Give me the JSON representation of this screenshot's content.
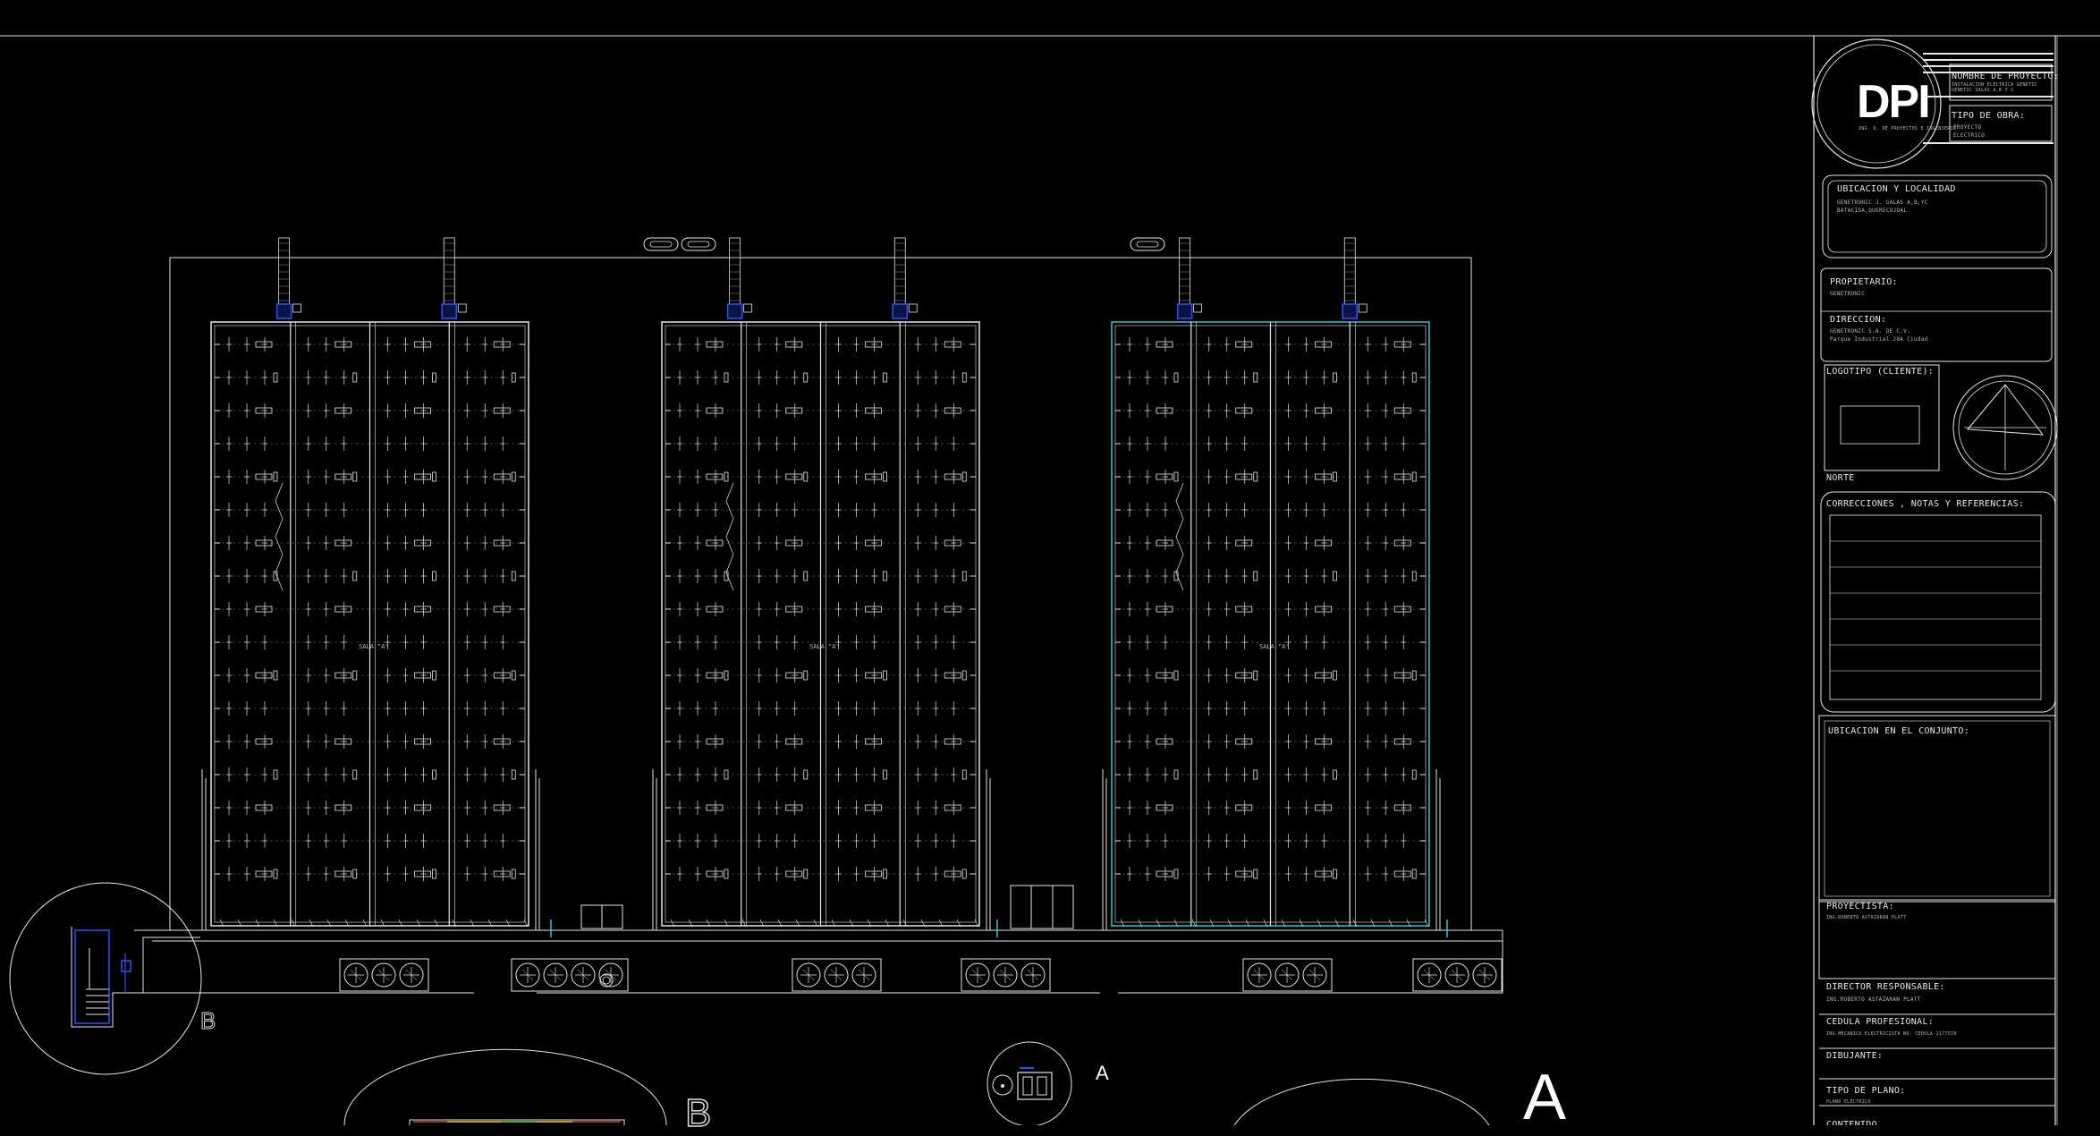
{
  "drawing": {
    "buildings": 3,
    "room_label": "SALA \"A\"",
    "section_markers": {
      "a": "A",
      "b": "B"
    }
  },
  "title_block": {
    "logo_text": "DPI",
    "logo_subtitle": "ING. D. DE PROYECTOS E INGENIERIA",
    "nombre_proyecto_label": "NOMBRE DE PROYECTO:",
    "nombre_proyecto_value": "INSTALACION ELECTRICA GENETIC GENETIC SALAS A,B Y C",
    "tipo_obra_label": "TIPO DE OBRA:",
    "tipo_obra_value": "PROYECTO ELECTRICO",
    "ubicacion_label": "UBICACION Y LOCALIDAD",
    "ubicacion_value": "GENETRONIC J. SALAS A,B,YC BATACISA,QUERECOJOAL",
    "propietario_label": "PROPIETARIO:",
    "propietario_value": "GENETRONIC",
    "direccion_label": "DIRECCION:",
    "direccion_value": "GENETRONIC S.A. DE C.V. Parque Industrial 20A Ciudad",
    "logotipo_label": "LOGOTIPO (CLIENTE):",
    "norte_label": "NORTE",
    "correcciones_label": "CORRECCIONES , NOTAS Y REFERENCIAS:",
    "ubicacion_conjunto_label": "UBICACION EN EL CONJUNTO:",
    "proyectista_label": "PROYECTISTA:",
    "proyectista_value": "ING.ROBERTO ASTAZARAN PLATT",
    "director_label": "DIRECTOR RESPONSABLE:",
    "director_value": "ING.ROBERTO ASTAZARAN PLATT",
    "cedula_label": "CEDULA PROFESIONAL:",
    "cedula_value": "ING.MECANICO ELECTRICISTA NO. CEDULA 1177578",
    "dibujante_label": "DIBUJANTE:",
    "tipo_plano_label": "TIPO DE PLANO:",
    "tipo_plano_value": "PLANO ELECTRICO",
    "contenido_label": "CONTENIDO"
  },
  "colors": {
    "background": "#000000",
    "lines": "#e6e6e6",
    "accent_blue": "#2a52ff",
    "accent_cyan": "#35c6d6",
    "accent_yellow": "#e0c000"
  }
}
